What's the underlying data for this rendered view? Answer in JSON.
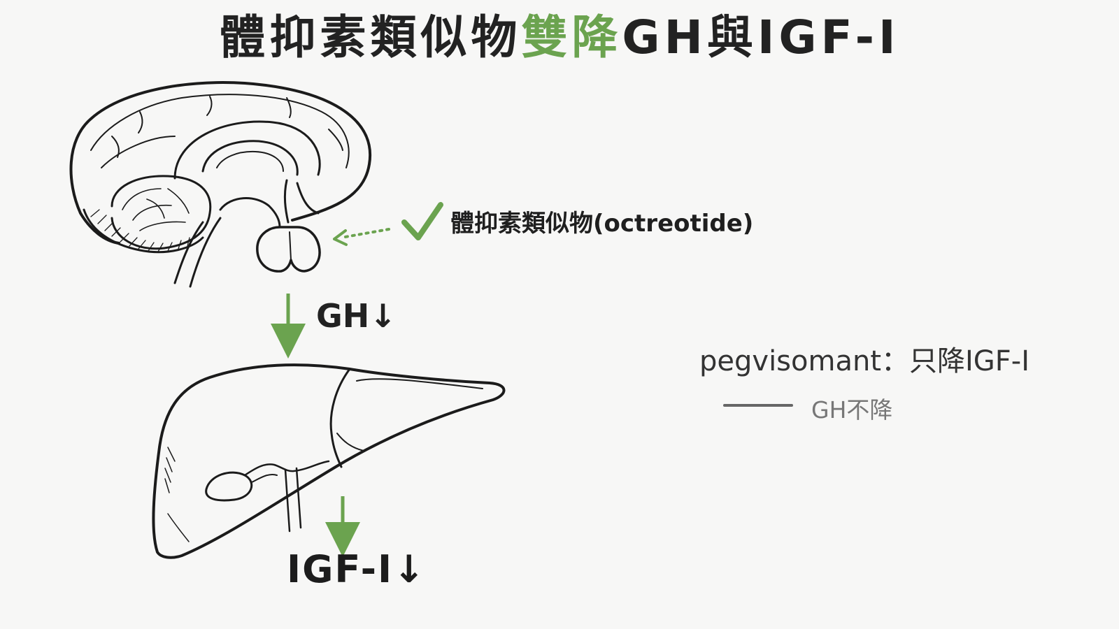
{
  "title": {
    "part1": "體抑素類似物",
    "part2_highlight": "雙降",
    "part3": "GH與IGF-I"
  },
  "labels": {
    "octreotide": "體抑素類似物(octreotide)",
    "gh_down": "GH↓",
    "igf_down": "IGF-I↓",
    "pegvisomant": "pegvisomant：只降IGF-I",
    "gh_not_reduced": "GH不降"
  },
  "icons": {
    "brain": "brain-illustration-icon",
    "liver": "liver-illustration-icon",
    "check": "check-icon",
    "dotted_arrow": "dotted-arrow-icon"
  },
  "colors": {
    "accent_green": "#6ba34f",
    "text_dark": "#222222",
    "text_gray": "#777777",
    "background": "#f7f7f6"
  }
}
